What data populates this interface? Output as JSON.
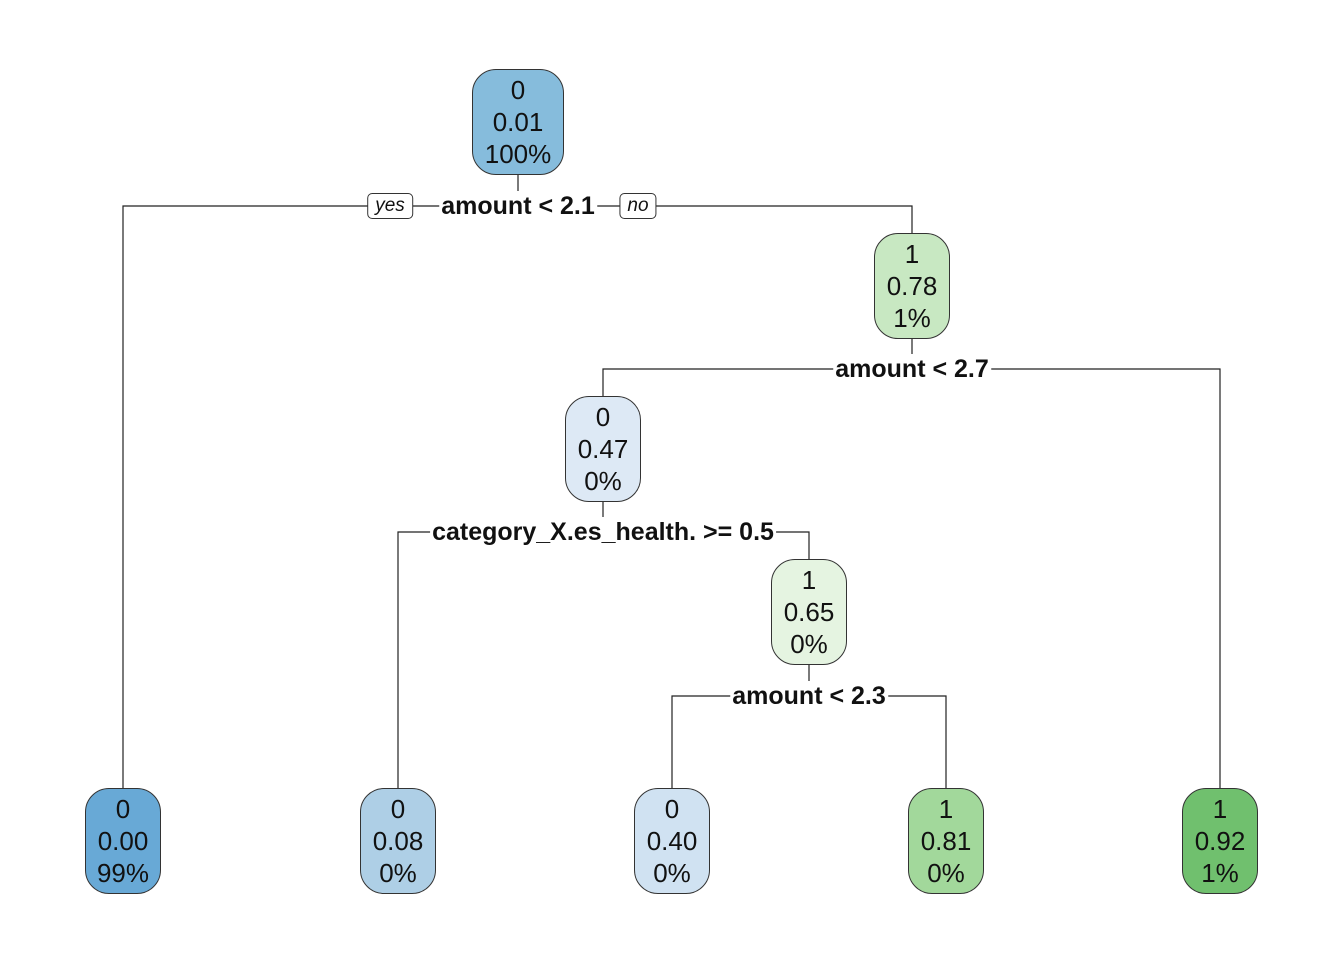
{
  "tree": {
    "nodes": [
      {
        "id": "n1",
        "class": "0",
        "prob": "0.01",
        "pct": "100%",
        "color": "#86bcdc"
      },
      {
        "id": "n3",
        "class": "1",
        "prob": "0.78",
        "pct": "1%",
        "color": "#c8e8c2"
      },
      {
        "id": "n6",
        "class": "0",
        "prob": "0.47",
        "pct": "0%",
        "color": "#dde9f5"
      },
      {
        "id": "n13",
        "class": "1",
        "prob": "0.65",
        "pct": "0%",
        "color": "#e5f4e1"
      },
      {
        "id": "n2",
        "class": "0",
        "prob": "0.00",
        "pct": "99%",
        "color": "#68a9d6"
      },
      {
        "id": "n12",
        "class": "0",
        "prob": "0.08",
        "pct": "0%",
        "color": "#aecfe6"
      },
      {
        "id": "n26",
        "class": "0",
        "prob": "0.40",
        "pct": "0%",
        "color": "#d0e2f2"
      },
      {
        "id": "n27",
        "class": "1",
        "prob": "0.81",
        "pct": "0%",
        "color": "#a2d89b"
      },
      {
        "id": "n7",
        "class": "1",
        "prob": "0.92",
        "pct": "1%",
        "color": "#70c06e"
      }
    ],
    "splits": {
      "s1": "amount < 2.1",
      "s3": "amount < 2.7",
      "s6": "category_X.es_health. >= 0.5",
      "s13": "amount < 2.3"
    },
    "branch_labels": {
      "yes": "yes",
      "no": "no"
    }
  }
}
